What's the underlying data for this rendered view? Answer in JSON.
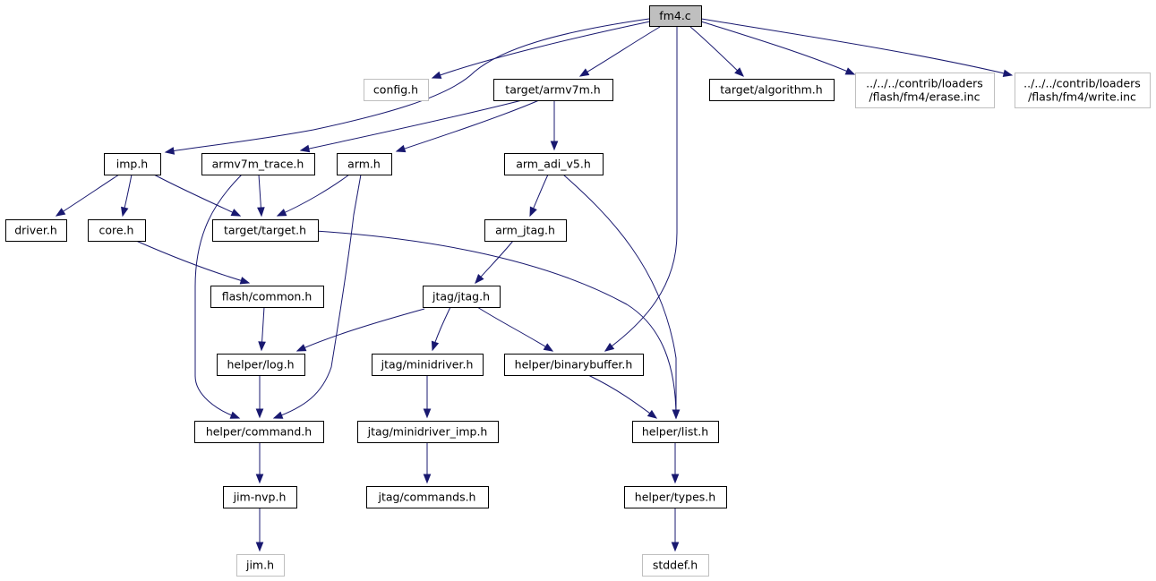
{
  "graph": {
    "nodes": [
      {
        "id": "fm4",
        "lines": [
          "fm4.c"
        ],
        "style": "root"
      },
      {
        "id": "config",
        "lines": [
          "config.h"
        ],
        "style": "missing"
      },
      {
        "id": "armv7m",
        "lines": [
          "target/armv7m.h"
        ],
        "style": "normal"
      },
      {
        "id": "algorithm",
        "lines": [
          "target/algorithm.h"
        ],
        "style": "normal"
      },
      {
        "id": "erase",
        "lines": [
          "../../../contrib/loaders",
          "/flash/fm4/erase.inc"
        ],
        "style": "missing"
      },
      {
        "id": "write",
        "lines": [
          "../../../contrib/loaders",
          "/flash/fm4/write.inc"
        ],
        "style": "missing"
      },
      {
        "id": "imp",
        "lines": [
          "imp.h"
        ],
        "style": "normal"
      },
      {
        "id": "armv7m_trace",
        "lines": [
          "armv7m_trace.h"
        ],
        "style": "normal"
      },
      {
        "id": "arm",
        "lines": [
          "arm.h"
        ],
        "style": "normal"
      },
      {
        "id": "arm_adi_v5",
        "lines": [
          "arm_adi_v5.h"
        ],
        "style": "normal"
      },
      {
        "id": "driver",
        "lines": [
          "driver.h"
        ],
        "style": "normal"
      },
      {
        "id": "core",
        "lines": [
          "core.h"
        ],
        "style": "normal"
      },
      {
        "id": "target",
        "lines": [
          "target/target.h"
        ],
        "style": "normal"
      },
      {
        "id": "arm_jtag",
        "lines": [
          "arm_jtag.h"
        ],
        "style": "normal"
      },
      {
        "id": "flash_common",
        "lines": [
          "flash/common.h"
        ],
        "style": "normal"
      },
      {
        "id": "jtag",
        "lines": [
          "jtag/jtag.h"
        ],
        "style": "normal"
      },
      {
        "id": "log",
        "lines": [
          "helper/log.h"
        ],
        "style": "normal"
      },
      {
        "id": "minidriver",
        "lines": [
          "jtag/minidriver.h"
        ],
        "style": "normal"
      },
      {
        "id": "binarybuffer",
        "lines": [
          "helper/binarybuffer.h"
        ],
        "style": "normal"
      },
      {
        "id": "command",
        "lines": [
          "helper/command.h"
        ],
        "style": "normal"
      },
      {
        "id": "minidriver_imp",
        "lines": [
          "jtag/minidriver_imp.h"
        ],
        "style": "normal"
      },
      {
        "id": "list",
        "lines": [
          "helper/list.h"
        ],
        "style": "normal"
      },
      {
        "id": "jim_nvp",
        "lines": [
          "jim-nvp.h"
        ],
        "style": "normal"
      },
      {
        "id": "commands",
        "lines": [
          "jtag/commands.h"
        ],
        "style": "normal"
      },
      {
        "id": "types",
        "lines": [
          "helper/types.h"
        ],
        "style": "normal"
      },
      {
        "id": "jim",
        "lines": [
          "jim.h"
        ],
        "style": "missing"
      },
      {
        "id": "stddef",
        "lines": [
          "stddef.h"
        ],
        "style": "missing"
      }
    ],
    "edges": [
      [
        "fm4",
        "config"
      ],
      [
        "fm4",
        "armv7m"
      ],
      [
        "fm4",
        "algorithm"
      ],
      [
        "fm4",
        "erase"
      ],
      [
        "fm4",
        "write"
      ],
      [
        "fm4",
        "imp"
      ],
      [
        "fm4",
        "binarybuffer"
      ],
      [
        "armv7m",
        "armv7m_trace"
      ],
      [
        "armv7m",
        "arm"
      ],
      [
        "armv7m",
        "arm_adi_v5"
      ],
      [
        "imp",
        "driver"
      ],
      [
        "imp",
        "core"
      ],
      [
        "imp",
        "target"
      ],
      [
        "armv7m_trace",
        "target"
      ],
      [
        "armv7m_trace",
        "command"
      ],
      [
        "arm",
        "target"
      ],
      [
        "arm",
        "command"
      ],
      [
        "arm_adi_v5",
        "arm_jtag"
      ],
      [
        "arm_adi_v5",
        "list"
      ],
      [
        "core",
        "flash_common"
      ],
      [
        "target",
        "list"
      ],
      [
        "arm_jtag",
        "jtag"
      ],
      [
        "flash_common",
        "log"
      ],
      [
        "jtag",
        "log"
      ],
      [
        "jtag",
        "minidriver"
      ],
      [
        "jtag",
        "binarybuffer"
      ],
      [
        "log",
        "command"
      ],
      [
        "minidriver",
        "minidriver_imp"
      ],
      [
        "binarybuffer",
        "list"
      ],
      [
        "command",
        "jim_nvp"
      ],
      [
        "minidriver_imp",
        "commands"
      ],
      [
        "list",
        "types"
      ],
      [
        "jim_nvp",
        "jim"
      ],
      [
        "types",
        "stddef"
      ]
    ],
    "colors": {
      "edge": "#191970",
      "root_fill": "#bfbfbf",
      "missing_border": "#bfbfbf",
      "node_border": "#000000"
    }
  }
}
